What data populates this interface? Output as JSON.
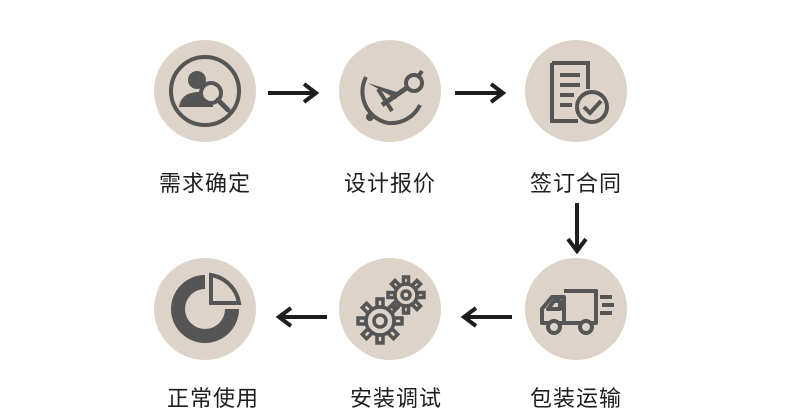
{
  "steps": [
    {
      "label": "需求确定",
      "icon": "user-search-icon"
    },
    {
      "label": "设计报价",
      "icon": "compass-drafting-icon"
    },
    {
      "label": "签订合同",
      "icon": "document-check-icon"
    },
    {
      "label": "包装运输",
      "icon": "delivery-truck-icon"
    },
    {
      "label": "安装调试",
      "icon": "gears-icon"
    },
    {
      "label": "正常使用",
      "icon": "pie-chart-icon"
    }
  ],
  "colors": {
    "circle_fill": "#ddd3c8",
    "icon_stroke": "#555555",
    "arrow": "#1e1e1e",
    "text": "#1e1e1e"
  }
}
